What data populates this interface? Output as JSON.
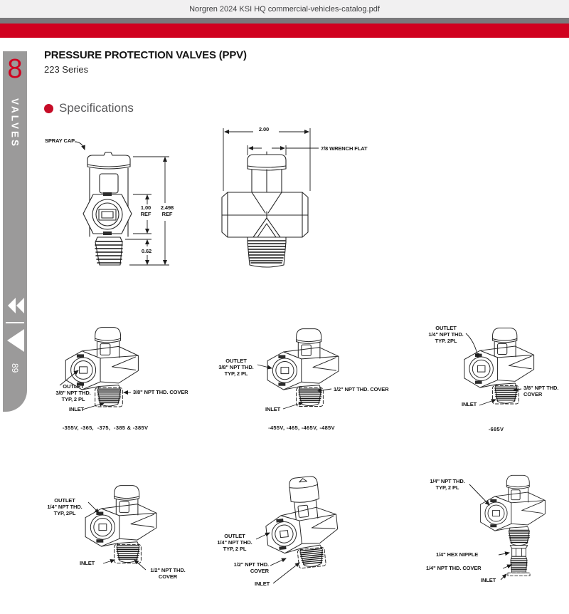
{
  "window": {
    "title": "Norgren 2024 KSI HQ commercial-vehicles-catalog.pdf"
  },
  "colors": {
    "accent_red": "#d0011f",
    "sidebar_gray": "#9b9a9a"
  },
  "sidebar": {
    "chapter_number": "8",
    "chapter_label": "VALVES",
    "page_number": "89",
    "nav_prev_double_icon": "double-left-triangles",
    "nav_prev_icon": "left-triangle"
  },
  "header": {
    "title": "PRESSURE PROTECTION VALVES (PPV)",
    "subtitle": "223 Series",
    "section_heading": "Specifications"
  },
  "figures": {
    "front_view": {
      "spray_cap": "SPRAY CAP",
      "dim_mid": "1.00\nREF",
      "dim_total": "2.498\nREF",
      "dim_thread": "0.62"
    },
    "side_view": {
      "dim_width": "2.00",
      "wrench_flat": "7/8 WRENCH FLAT"
    },
    "valves": [
      {
        "id": "355",
        "outlet": "OUTLET\n3/8\" NPT THD.\nTYP, 2 PL",
        "cover": "3/8\" NPT THD. COVER",
        "inlet": "INLET",
        "caption": "-355V, -365,  -375,  -385 & -385V"
      },
      {
        "id": "455",
        "outlet": "OUTLET\n3/8\" NPT THD.\nTYP, 2 PL",
        "cover": "1/2\" NPT THD. COVER",
        "inlet": "INLET",
        "caption": "-455V, -465, -465V, -485V"
      },
      {
        "id": "685",
        "outlet": "OUTLET\n1/4\" NPT THD.\nTYP. 2PL",
        "cover": "3/8\" NPT THD.\nCOVER",
        "inlet": "INLET",
        "caption": "-685V"
      },
      {
        "id": "b1",
        "outlet": "OUTLET\n1/4\" NPT THD.\nTYP, 2PL",
        "cover": "1/2\" NPT THD.\nCOVER",
        "inlet": "INLET"
      },
      {
        "id": "b2",
        "outlet": "OUTLET\n1/4\" NPT THD.\nTYP, 2 PL",
        "cover": "1/2\" NPT THD.\nCOVER",
        "inlet": "INLET"
      },
      {
        "id": "b3",
        "outlet": "1/4\" NPT THD.\nTYP, 2 PL",
        "nipple": "1/4\" HEX NIPPLE",
        "cover": "1/4\" NPT THD. COVER",
        "inlet": "INLET"
      }
    ]
  }
}
